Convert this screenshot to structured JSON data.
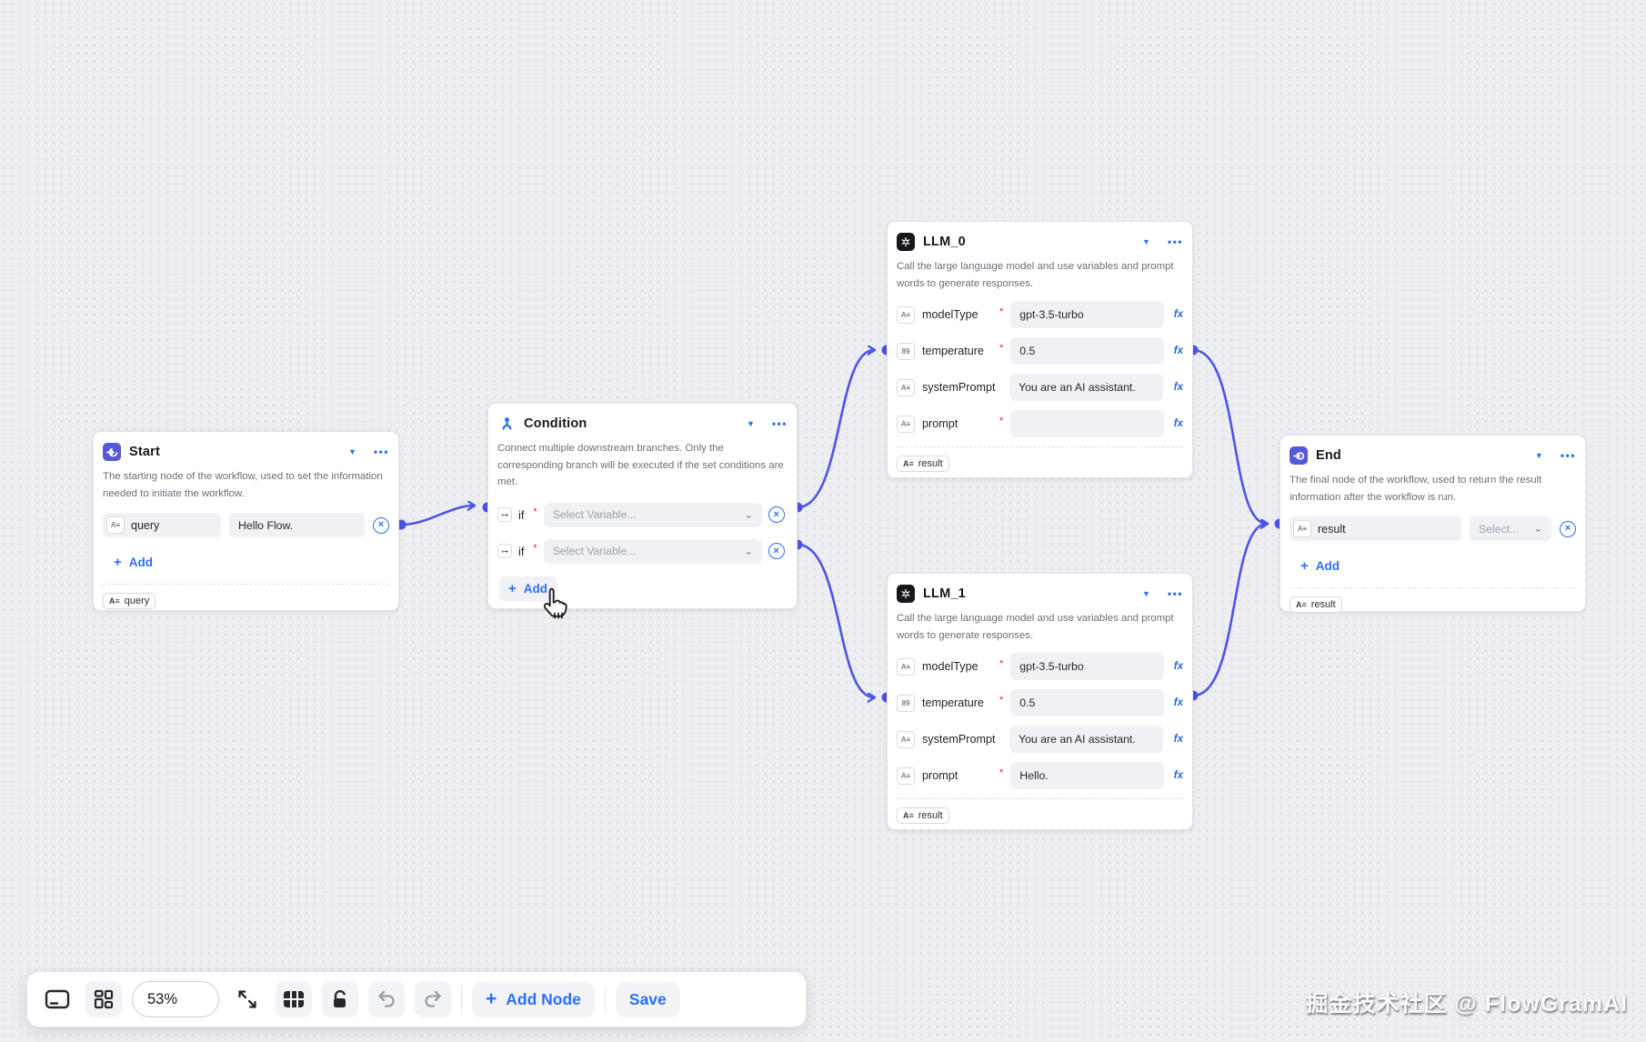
{
  "ui": {
    "required": "*",
    "fx": "fx",
    "plus": "+",
    "close": "×",
    "caret": "▼",
    "dots": "•••",
    "chevron": "⌄",
    "string_glyph": "A≡",
    "number_glyph": "89",
    "bool_glyph": "⊶"
  },
  "colors": {
    "accent_blue": "#2970ff",
    "edge_indigo": "#4d53e8",
    "node_icon_indigo": "#5558d9",
    "llm_icon_black": "#17181c",
    "required_red": "#f5222d"
  },
  "nodes": {
    "start": {
      "title": "Start",
      "description": "The starting node of the workflow, used to set the information needed to initiate the workflow.",
      "field": {
        "name": "query",
        "value": "Hello Flow."
      },
      "add_label": "Add",
      "output_chip": "query"
    },
    "condition": {
      "title": "Condition",
      "description": "Connect multiple downstream branches. Only the corresponding branch will be executed if the set conditions are met.",
      "branches": [
        {
          "label": "if",
          "placeholder": "Select Variable..."
        },
        {
          "label": "if",
          "placeholder": "Select Variable..."
        }
      ],
      "add_label": "Add"
    },
    "llm0": {
      "title": "LLM_0",
      "description": "Call the large language model and use variables and prompt words to generate responses.",
      "fields": [
        {
          "name": "modelType",
          "value": "gpt-3.5-turbo"
        },
        {
          "name": "temperature",
          "value": "0.5"
        },
        {
          "name": "systemPrompt",
          "value": "You are an AI assistant."
        },
        {
          "name": "prompt",
          "value": ""
        }
      ],
      "output_chip": "result"
    },
    "llm1": {
      "title": "LLM_1",
      "description": "Call the large language model and use variables and prompt words to generate responses.",
      "fields": [
        {
          "name": "modelType",
          "value": "gpt-3.5-turbo"
        },
        {
          "name": "temperature",
          "value": "0.5"
        },
        {
          "name": "systemPrompt",
          "value": "You are an AI assistant."
        },
        {
          "name": "prompt",
          "value": "Hello."
        }
      ],
      "output_chip": "result"
    },
    "end": {
      "title": "End",
      "description": "The final node of the workflow, used to return the result information after the workflow is run.",
      "field": {
        "name": "result",
        "placeholder": "Select..."
      },
      "add_label": "Add",
      "output_chip": "result"
    }
  },
  "toolbar": {
    "zoom": "53%",
    "add_node_label": "Add Node",
    "save_label": "Save",
    "icons": [
      "minimap-icon",
      "auto-layout-icon",
      "fit-view-icon",
      "grid-view-icon",
      "lock-icon",
      "undo-icon",
      "redo-icon"
    ]
  },
  "watermark": "掘金技术社区 @ FlowGramAI"
}
